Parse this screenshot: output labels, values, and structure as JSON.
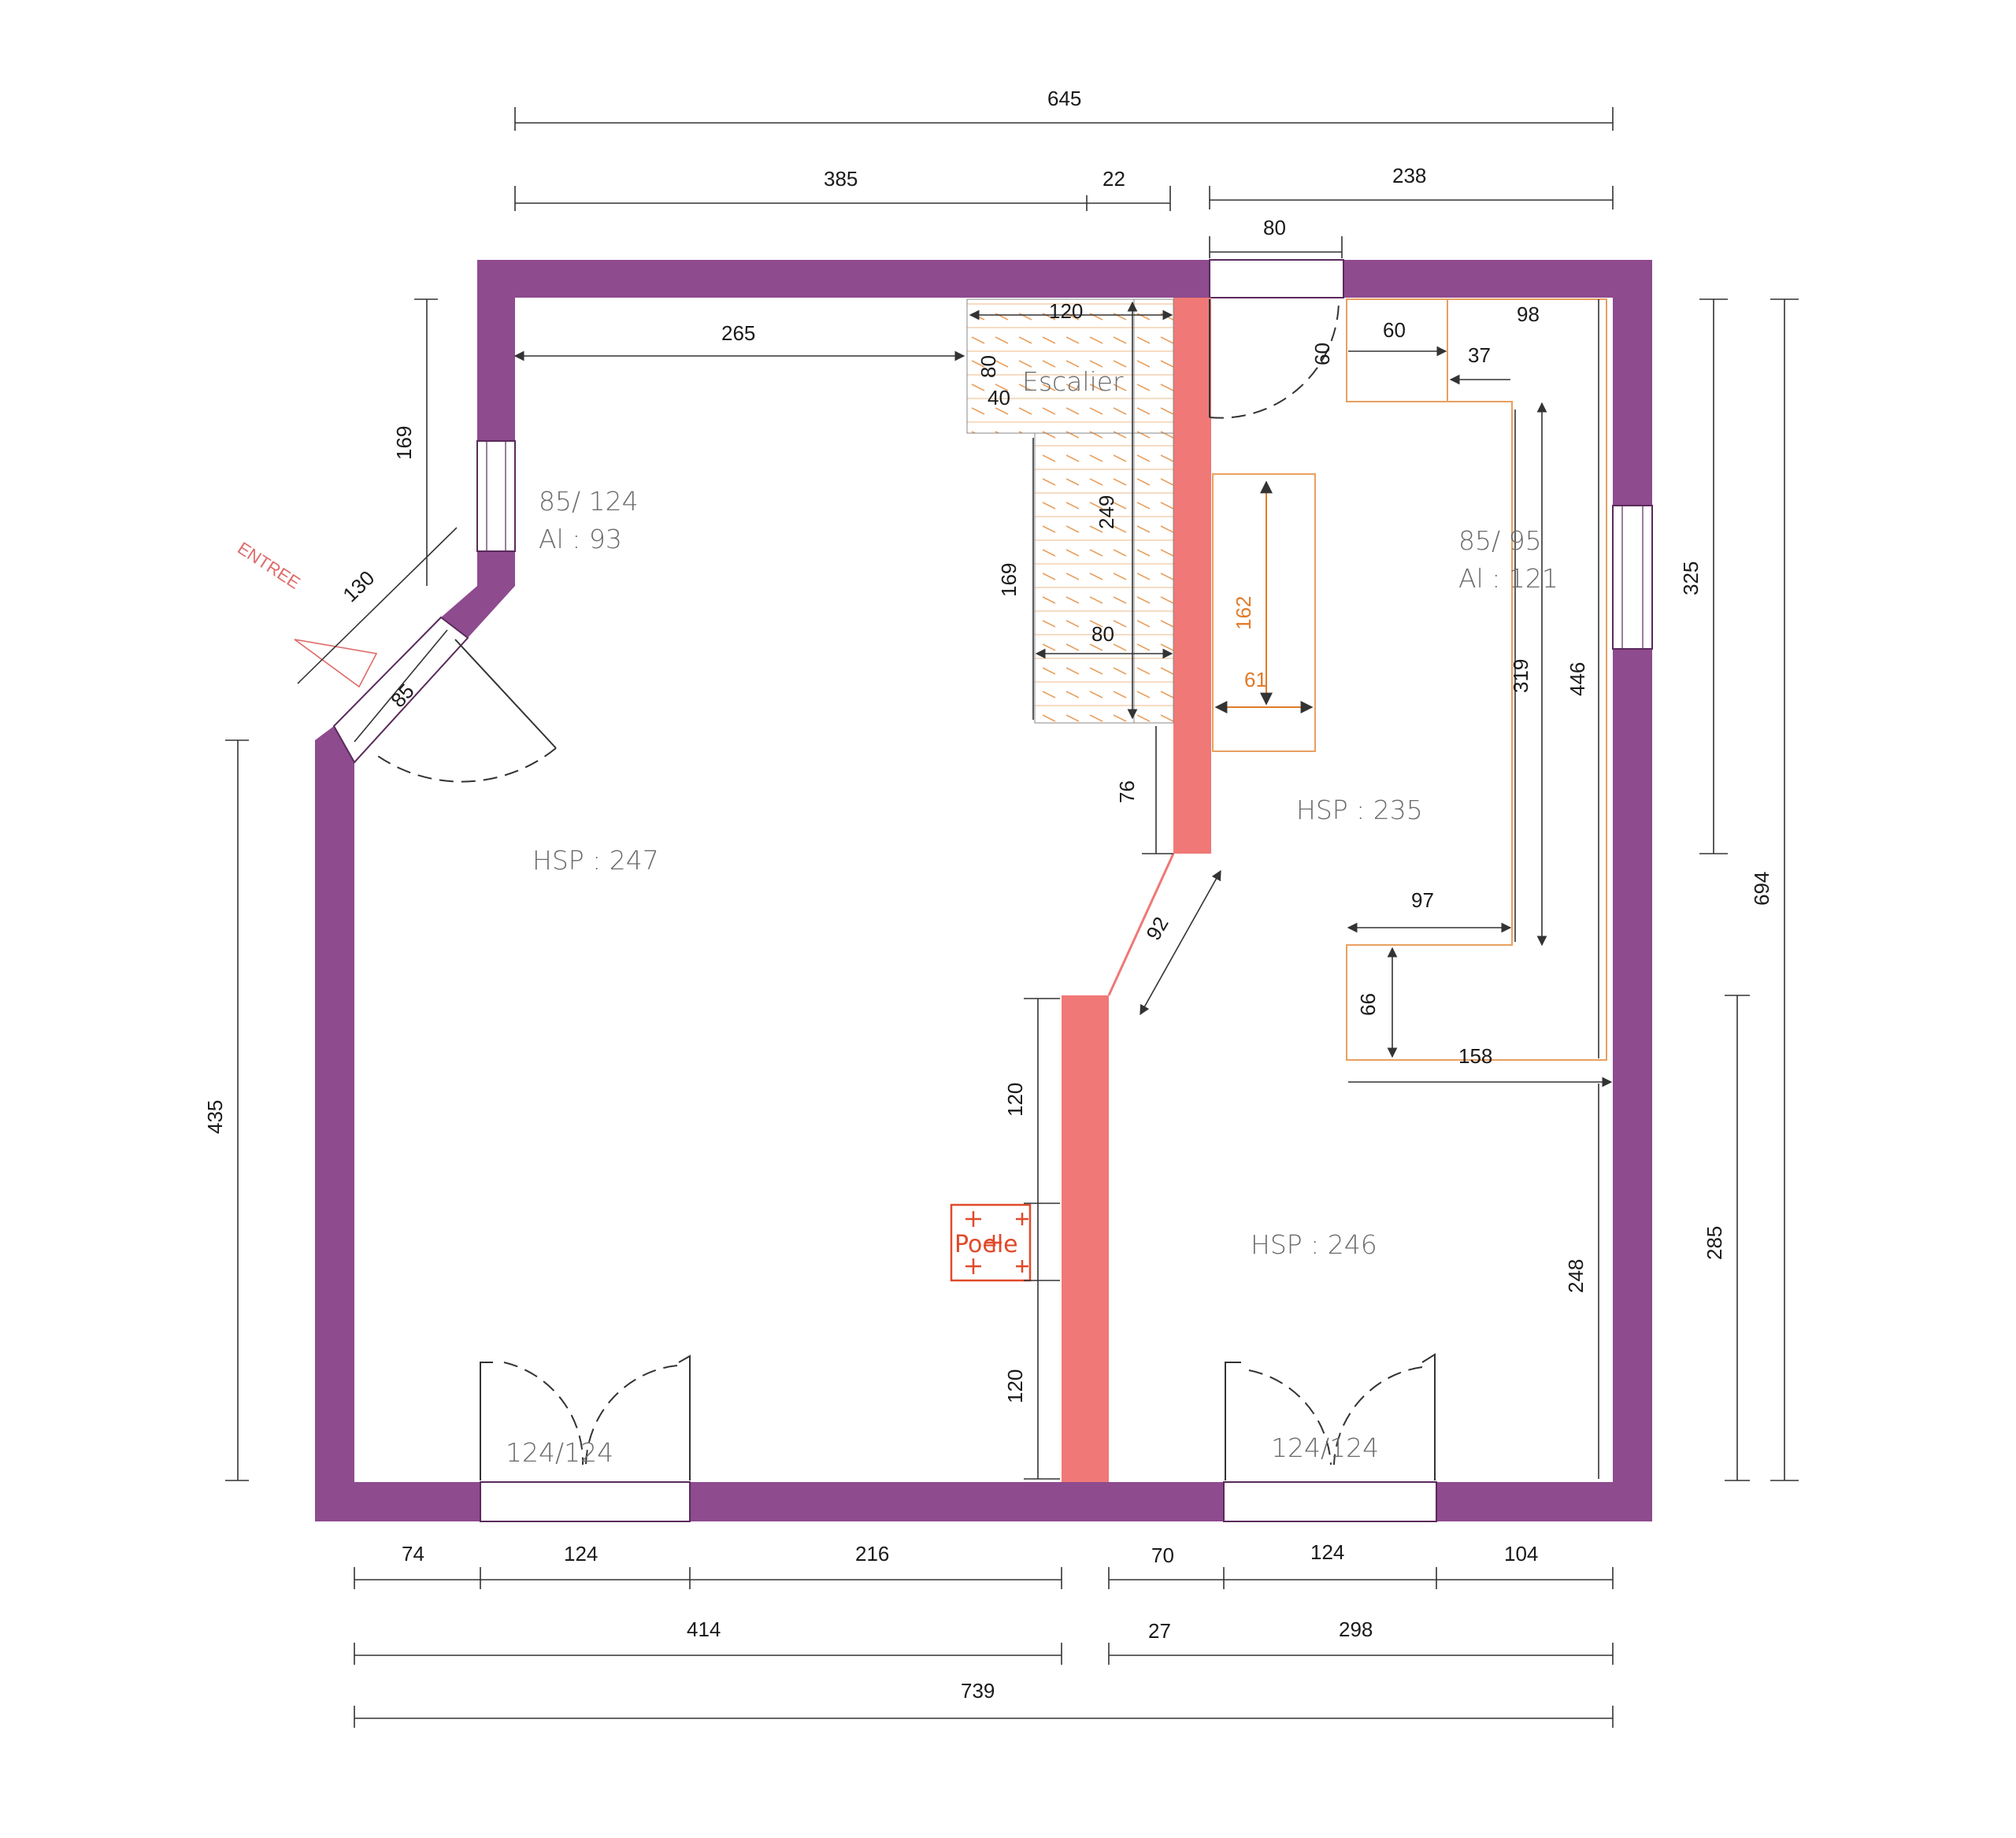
{
  "colors": {
    "wall": "#8e4b8e",
    "partition": "#f07876",
    "dimension": "#333333",
    "furniture": "#e9a060",
    "label_orange": "#e07b2a",
    "entree": "#e06a6a",
    "poele": "#e04a2a"
  },
  "dimensions": {
    "top_total": "645",
    "top_385": "385",
    "top_22": "22",
    "top_238": "238",
    "top_80": "80",
    "d_265": "265",
    "d_120_stair": "120",
    "d_80_stair": "80",
    "d_40_stair": "40",
    "d_249": "249",
    "d_169_stair": "169",
    "d_80_stair_bottom": "80",
    "d_76": "76",
    "d_92": "92",
    "d_120_upper": "120",
    "d_120_lower": "120",
    "d_169_left": "169",
    "d_130": "130",
    "d_85": "85",
    "d_435": "435",
    "d_60_top": "60",
    "d_60_kitchen": "60",
    "d_98": "98",
    "d_37": "37",
    "d_319": "319",
    "d_446": "446",
    "d_97": "97",
    "d_66": "66",
    "d_158": "158",
    "d_248": "248",
    "d_325": "325",
    "d_694": "694",
    "d_285": "285",
    "bottom_74": "74",
    "bottom_124a": "124",
    "bottom_216": "216",
    "bottom_70": "70",
    "bottom_124b": "124",
    "bottom_104": "104",
    "bottom_414": "414",
    "bottom_27": "27",
    "bottom_298": "298",
    "bottom_739": "739",
    "orange_162": "162",
    "orange_61": "61"
  },
  "labels": {
    "escalier": "Escalier",
    "window_left_1": "85/ 124",
    "window_left_2": "Al : 93",
    "window_right_1": "85/ 95",
    "window_right_2": "Al : 121",
    "entree": "ENTREE",
    "hsp_left": "HSP : 247",
    "hsp_upper_right": "HSP : 235",
    "hsp_lower_right": "HSP : 246",
    "door_left": "124/124",
    "door_right": "124/124",
    "poele": "Poele"
  }
}
